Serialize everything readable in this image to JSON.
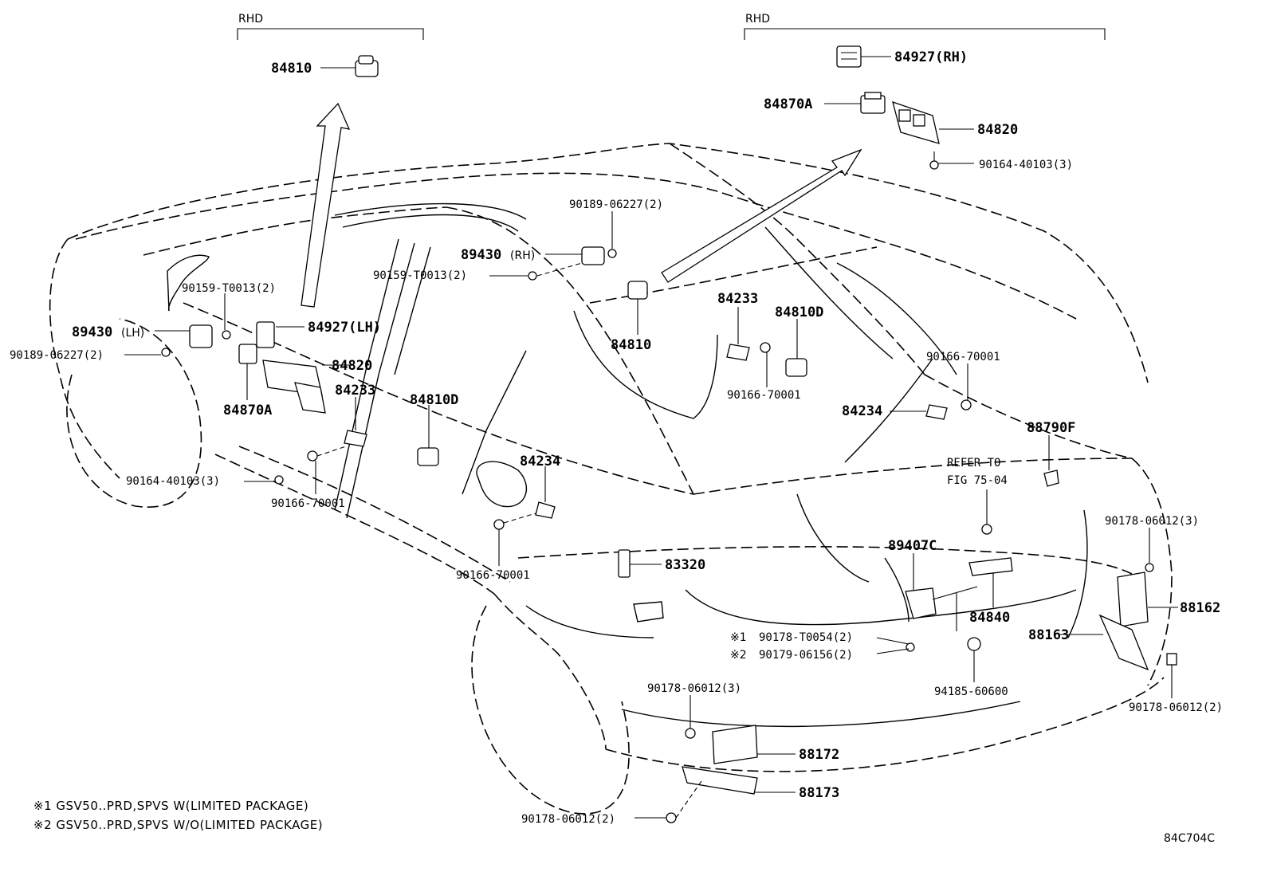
{
  "header": {
    "left_bracket": "RHD",
    "right_bracket": "RHD"
  },
  "labels": {
    "p84810_top": "84810",
    "p84927_rh": "84927(RH)",
    "p84870a_top": "84870A",
    "p84820_top": "84820",
    "p90164_top": "90164-40103(3)",
    "p90189_top": "90189-06227(2)",
    "p89430_rh": "89430",
    "p89430_rh_suffix": "(RH)",
    "p90159_center": "90159-T0013(2)",
    "p90159_left": "90159-T0013(2)",
    "p89430_lh": "89430",
    "p89430_lh_suffix": "(LH)",
    "p84927_lh": "84927(LH)",
    "p90189_left": "90189-06227(2)",
    "p84820_left": "84820",
    "p84233_left": "84233",
    "p84870a_left": "84870A",
    "p84810d_center": "84810D",
    "p90164_left": "90164-40103(3)",
    "p90166_left": "90166-70001",
    "p84810_center": "84810",
    "p84233_right": "84233",
    "p84810d_right": "84810D",
    "p90166_right": "90166-70001",
    "p90166_far": "90166-70001",
    "p84234_right": "84234",
    "p88790f": "88790F",
    "refer_1": "REFER TO",
    "refer_2": "FIG 75-04",
    "p84234_center": "84234",
    "p90166_lower": "90166-70001",
    "p83320": "83320",
    "p89407c": "89407C",
    "p84840": "84840",
    "p90178_right_top": "90178-06012(3)",
    "p88162": "88162",
    "p88163": "88163",
    "p90178_t0054": "90178-T0054(2)",
    "p90179": "90179-06156(2)",
    "mark1": "※1",
    "mark2": "※2",
    "p94185": "94185-60600",
    "p90178_right_low": "90178-06012(2)",
    "p90178_bottom_top": "90178-06012(3)",
    "p88172": "88172",
    "p88173": "88173",
    "p90178_bottom": "90178-06012(2)"
  },
  "notes": {
    "note1": "※1 GSV50..PRD,SPVS W(LIMITED PACKAGE)",
    "note2": "※2 GSV50..PRD,SPVS W/O(LIMITED PACKAGE)"
  },
  "figure_code": "84C704C"
}
